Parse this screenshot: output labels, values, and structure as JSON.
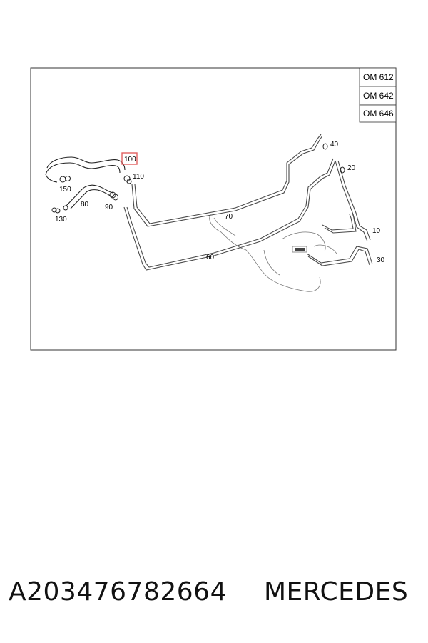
{
  "engine_codes": [
    "OM 612",
    "OM 642",
    "OM 646"
  ],
  "highlight_color": "#e06060",
  "callouts": {
    "c100": "100",
    "c110": "110",
    "c150": "150",
    "c80": "80",
    "c90": "90",
    "c130": "130",
    "c70": "70",
    "c60": "60",
    "c40": "40",
    "c20": "20",
    "c10": "10",
    "c30": "30"
  },
  "caption": {
    "part_number": "A203476782664",
    "brand": "MERCEDES"
  }
}
